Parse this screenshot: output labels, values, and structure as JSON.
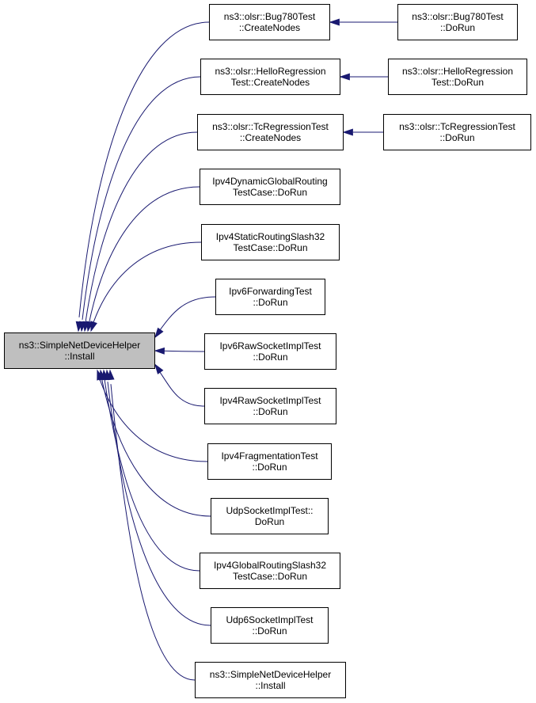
{
  "colors": {
    "edge": "#191970",
    "root_fill": "#bfbfbf",
    "node_fill": "#ffffff",
    "border": "#000000"
  },
  "root": {
    "lines": [
      "ns3::SimpleNetDeviceHelper",
      "::Install"
    ]
  },
  "callers": [
    {
      "id": "bug780-create",
      "lines": [
        "ns3::olsr::Bug780Test",
        "::CreateNodes"
      ]
    },
    {
      "id": "hello-create",
      "lines": [
        "ns3::olsr::HelloRegression",
        "Test::CreateNodes"
      ]
    },
    {
      "id": "tc-create",
      "lines": [
        "ns3::olsr::TcRegressionTest",
        "::CreateNodes"
      ]
    },
    {
      "id": "ipv4-dynamic",
      "lines": [
        "Ipv4DynamicGlobalRouting",
        "TestCase::DoRun"
      ]
    },
    {
      "id": "ipv4-static-slash32",
      "lines": [
        "Ipv4StaticRoutingSlash32",
        "TestCase::DoRun"
      ]
    },
    {
      "id": "ipv6-forwarding",
      "lines": [
        "Ipv6ForwardingTest",
        "::DoRun"
      ]
    },
    {
      "id": "ipv6-raw-socket",
      "lines": [
        "Ipv6RawSocketImplTest",
        "::DoRun"
      ]
    },
    {
      "id": "ipv4-raw-socket",
      "lines": [
        "Ipv4RawSocketImplTest",
        "::DoRun"
      ]
    },
    {
      "id": "ipv4-fragmentation",
      "lines": [
        "Ipv4FragmentationTest",
        "::DoRun"
      ]
    },
    {
      "id": "udp-socket",
      "lines": [
        "UdpSocketImplTest::",
        "DoRun"
      ]
    },
    {
      "id": "ipv4-global-slash32",
      "lines": [
        "Ipv4GlobalRoutingSlash32",
        "TestCase::DoRun"
      ]
    },
    {
      "id": "udp6-socket",
      "lines": [
        "Udp6SocketImplTest",
        "::DoRun"
      ]
    },
    {
      "id": "simple-install",
      "lines": [
        "ns3::SimpleNetDeviceHelper",
        "::Install"
      ]
    }
  ],
  "second_level": [
    {
      "id": "bug780-dorun",
      "calls": "bug780-create",
      "lines": [
        "ns3::olsr::Bug780Test",
        "::DoRun"
      ]
    },
    {
      "id": "hello-dorun",
      "calls": "hello-create",
      "lines": [
        "ns3::olsr::HelloRegression",
        "Test::DoRun"
      ]
    },
    {
      "id": "tc-dorun",
      "calls": "tc-create",
      "lines": [
        "ns3::olsr::TcRegressionTest",
        "::DoRun"
      ]
    }
  ]
}
